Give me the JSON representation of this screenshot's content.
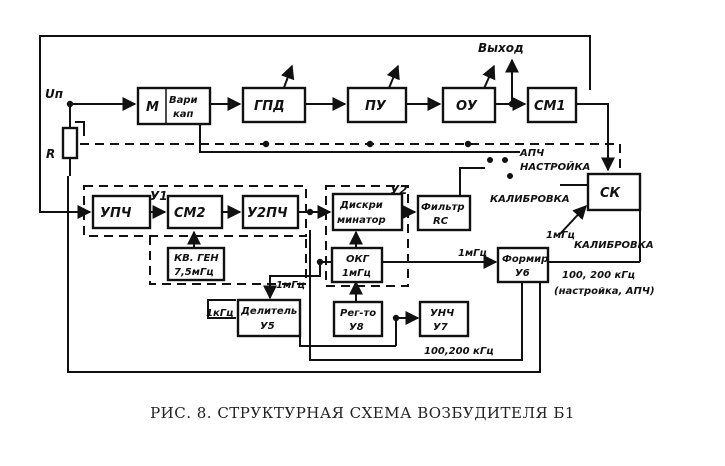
{
  "caption": "РИС. 8. СТРУКТУРНАЯ СХЕМА ВОЗБУДИТЕЛЯ Б1",
  "blocks": {
    "m_varicap_1": "M",
    "m_varicap_2": "Вари",
    "m_varicap_3": "кап",
    "gpd": "ГПД",
    "pu": "ПУ",
    "ou": "ОУ",
    "sm1": "СМ1",
    "ck": "СК",
    "upch": "УПЧ",
    "sm2": "СМ2",
    "u2pch": "У2ПЧ",
    "diskr_1": "Дискри",
    "diskr_2": "минатор",
    "filtr_1": "Фильтр",
    "filtr_2": "RC",
    "kvgen_1": "КВ. ГЕН",
    "kvgen_2": "7,5мГц",
    "okg_1": "ОКГ",
    "okg_2": "1мГц",
    "former_1": "Формир",
    "former_2": "У6",
    "delitel_1": "Делитель",
    "delitel_2": "У5",
    "regto_1": "Рег-то",
    "regto_2": "У8",
    "unch_1": "УНЧ",
    "unch_2": "У7"
  },
  "labels": {
    "un": "Uп",
    "r": "R",
    "vyhod": "Выход",
    "apch": "АПЧ",
    "nastroyka": "НАСТРОЙКА",
    "kalibrovka_left": "КАЛИБРОВКА",
    "kalibrovka_right": "КАЛИБРОВКА",
    "y1": "У1",
    "y2": "У2",
    "f_1mhz_a": "1мГц",
    "f_1mhz_b": "1мГц",
    "f_1mhz_c": "1мГц",
    "f_1khz": "1кГц",
    "f_100_200_a": "100, 200 кГц",
    "f_100_200_b": "100,200 кГц",
    "nastroyka_apch": "(настройка, АПЧ)"
  }
}
